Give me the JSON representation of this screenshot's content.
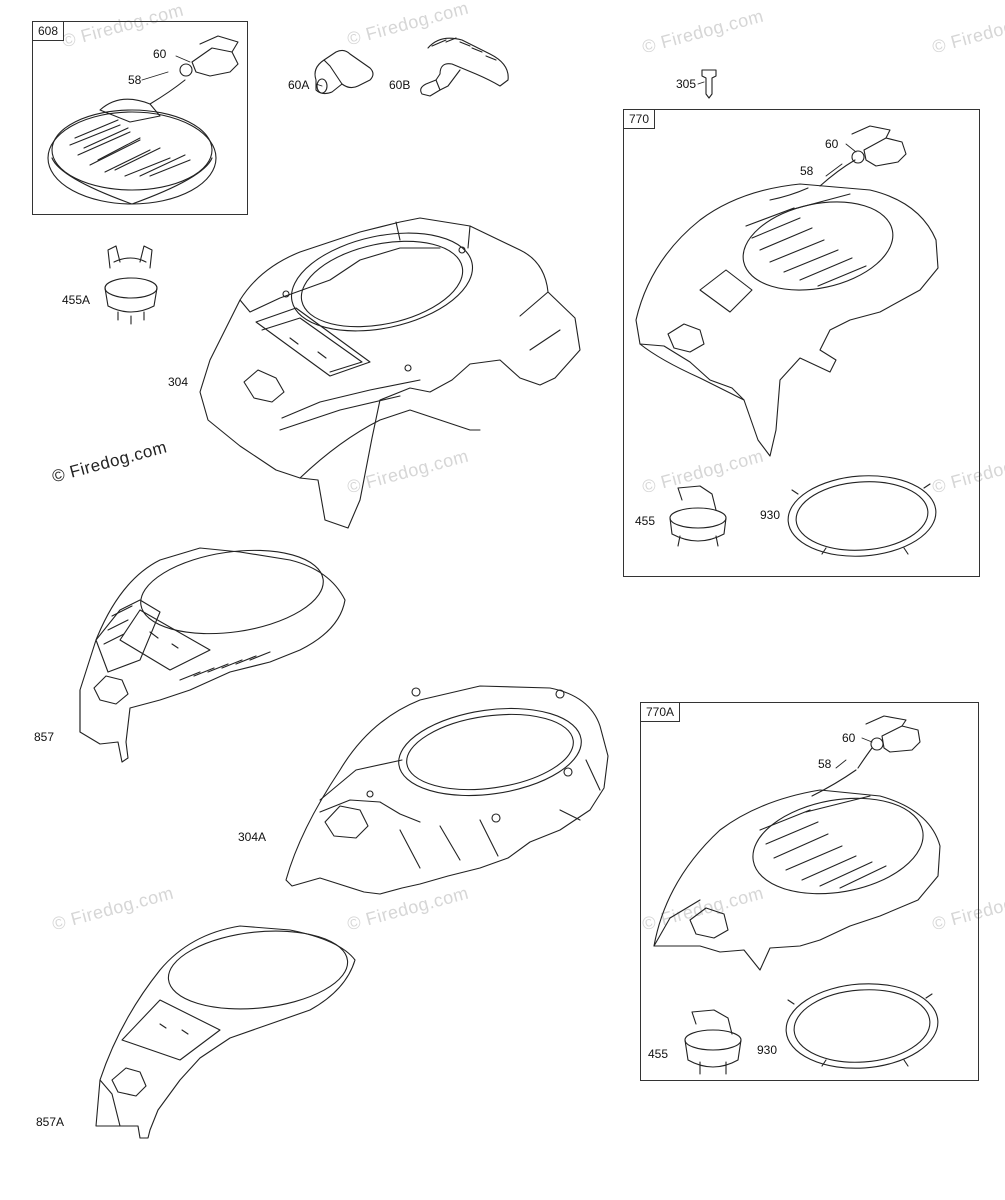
{
  "watermark": "© Firedog.com",
  "kits": {
    "k608": {
      "label": "608",
      "parts": [
        "60",
        "58"
      ]
    },
    "k770": {
      "label": "770",
      "parts": [
        "60",
        "58",
        "455",
        "930"
      ]
    },
    "k770A": {
      "label": "770A",
      "parts": [
        "60",
        "58",
        "455",
        "930"
      ]
    }
  },
  "parts": {
    "p60A": "60A",
    "p60B": "60B",
    "p305": "305",
    "p455A": "455A",
    "p304": "304",
    "p857": "857",
    "p304A": "304A",
    "p857A": "857A"
  }
}
